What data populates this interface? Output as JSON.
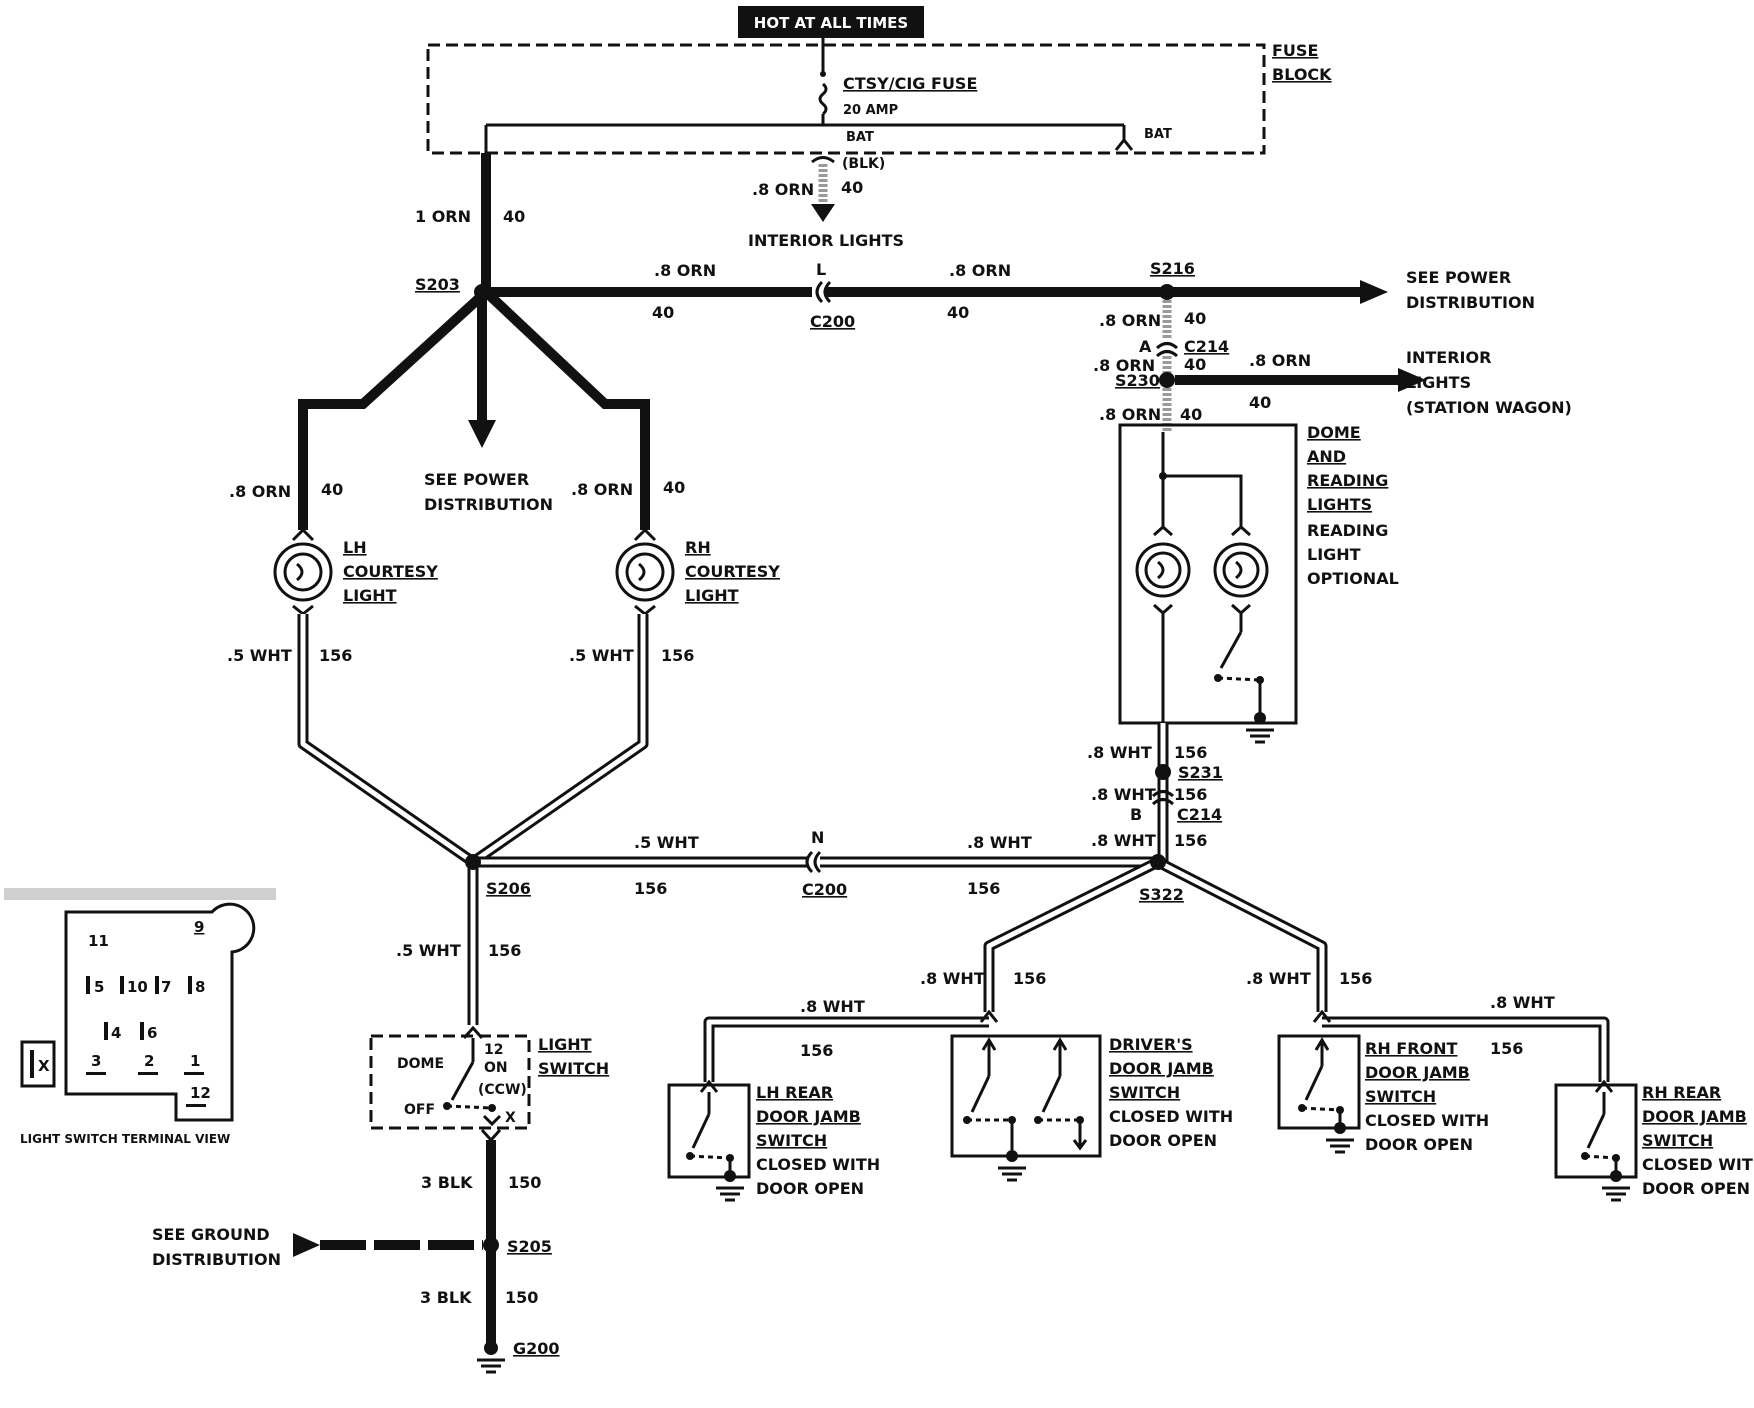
{
  "header": {
    "hot_label": "HOT AT ALL TIMES"
  },
  "fuse_block": {
    "label_line1": "FUSE",
    "label_line2": "BLOCK",
    "fuse_name": "CTSY/CIG FUSE",
    "fuse_rating": "20 AMP",
    "bat_left": "BAT",
    "bat_right": "BAT",
    "blk": "(BLK)"
  },
  "wires": {
    "w_8orn_top": ".8 ORN",
    "w_40_top": "40",
    "interior_lights": "INTERIOR LIGHTS",
    "w_1orn": "1 ORN",
    "w_40_1orn": "40",
    "main_8orn_a": ".8 ORN",
    "main_40_a": "40",
    "main_8orn_b": ".8 ORN",
    "main_40_b": "40",
    "lh_8orn": ".8 ORN",
    "lh_40": "40",
    "rh_8orn": ".8 ORN",
    "rh_40": "40",
    "lh_5wht": ".5 WHT",
    "lh_156": "156",
    "rh_5wht": ".5 WHT",
    "rh_156": "156",
    "s216_8orn": ".8 ORN",
    "s216_40": "40",
    "c214a_8orn": ".8 ORN",
    "c214a_40": "40",
    "s230_8orn_out": ".8 ORN",
    "s230_40_out": "40",
    "s230_8orn_down": ".8 ORN",
    "s230_40_down": "40",
    "dome_8wht": ".8 WHT",
    "dome_156": "156",
    "s231_8wht": ".8 WHT",
    "s231_156": "156",
    "c214b_8wht": ".8 WHT",
    "c214b_156": "156",
    "mid_5wht": ".5 WHT",
    "mid_156_a": "156",
    "mid_8wht": ".8 WHT",
    "mid_156_b": "156",
    "s206_5wht": ".5 WHT",
    "s206_156": "156",
    "drv_8wht": ".8 WHT",
    "drv_156": "156",
    "lhr_8wht": ".8 WHT",
    "lhr_156": "156",
    "rhf_8wht": ".8 WHT",
    "rhf_156": "156",
    "rhr_8wht": ".8 WHT",
    "rhr_156": "156",
    "blk_a": "3 BLK",
    "blk_a_num": "150",
    "blk_b": "3 BLK",
    "blk_b_num": "150"
  },
  "splices": {
    "s203": "S203",
    "s216": "S216",
    "s230": "S230",
    "s231": "S231",
    "s322": "S322",
    "s206": "S206",
    "s205": "S205",
    "g200": "G200"
  },
  "connectors": {
    "c200_top": "C200",
    "c200_top_pin": "L",
    "c200_mid": "C200",
    "c200_mid_pin": "N",
    "c214_a": "C214",
    "c214_a_pin": "A",
    "c214_b": "C214",
    "c214_b_pin": "B"
  },
  "destinations": {
    "see_power_right_1": "SEE POWER",
    "see_power_right_2": "DISTRIBUTION",
    "see_power_center_1": "SEE POWER",
    "see_power_center_2": "DISTRIBUTION",
    "interior_sw_1": "INTERIOR",
    "interior_sw_2": "LIGHTS",
    "interior_sw_3": "(STATION WAGON)",
    "see_ground_1": "SEE GROUND",
    "see_ground_2": "DISTRIBUTION"
  },
  "components": {
    "lh_courtesy": [
      "LH",
      "COURTESY",
      "LIGHT"
    ],
    "rh_courtesy": [
      "RH",
      "COURTESY",
      "LIGHT"
    ],
    "dome": [
      "DOME",
      "AND",
      "READING",
      "LIGHTS",
      "READING",
      "LIGHT",
      "OPTIONAL"
    ],
    "light_switch": [
      "LIGHT",
      "SWITCH"
    ],
    "light_switch_dome": "DOME",
    "light_switch_off": "OFF",
    "light_switch_12": "12",
    "light_switch_on": "ON",
    "light_switch_ccw": "(CCW)",
    "light_switch_x": "X",
    "drivers_jamb": [
      "DRIVER'S",
      "DOOR JAMB",
      "SWITCH",
      "CLOSED WITH",
      "DOOR OPEN"
    ],
    "lh_rear_jamb": [
      "LH REAR",
      "DOOR JAMB",
      "SWITCH",
      "CLOSED WITH",
      "DOOR OPEN"
    ],
    "rh_front_jamb": [
      "RH FRONT",
      "DOOR JAMB",
      "SWITCH",
      "CLOSED WITH",
      "DOOR OPEN"
    ],
    "rh_rear_jamb": [
      "RH REAR",
      "DOOR JAMB",
      "SWITCH",
      "CLOSED WITH",
      "DOOR OPEN"
    ]
  },
  "terminal_view": {
    "caption": "LIGHT SWITCH TERMINAL VIEW",
    "pins": [
      "11",
      "9",
      "5",
      "10",
      "7",
      "8",
      "4",
      "6",
      "3",
      "2",
      "1",
      "12",
      "X"
    ]
  }
}
